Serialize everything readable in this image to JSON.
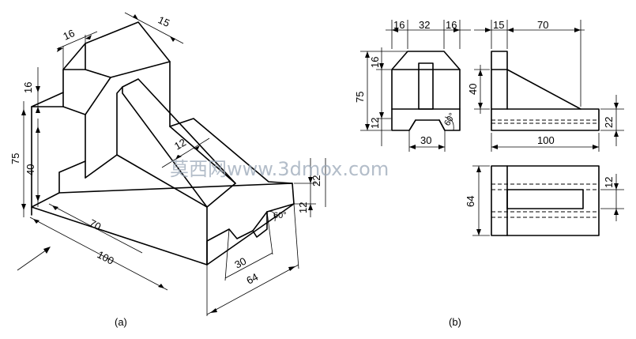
{
  "panels": {
    "a": {
      "caption": "(a)",
      "dims": {
        "d16_top": "16",
        "d15": "15",
        "d16_left": "16",
        "d75": "75",
        "d40": "40",
        "d12_rib": "12",
        "d70": "70",
        "d100": "100",
        "d22": "22",
        "d12": "12",
        "d60": "60°",
        "d30": "30",
        "d64": "64"
      }
    },
    "b": {
      "caption": "(b)",
      "front": {
        "d16a": "16",
        "d32": "32",
        "d16b": "16",
        "d16_left": "16",
        "d75": "75",
        "d12": "12",
        "d30": "30",
        "d60": "60°"
      },
      "side": {
        "d15": "15",
        "d70": "70",
        "d40": "40",
        "d22": "22",
        "d100": "100"
      },
      "top": {
        "d64": "64",
        "d12": "12"
      }
    }
  },
  "watermark": "莫西网www.3dmox.com"
}
